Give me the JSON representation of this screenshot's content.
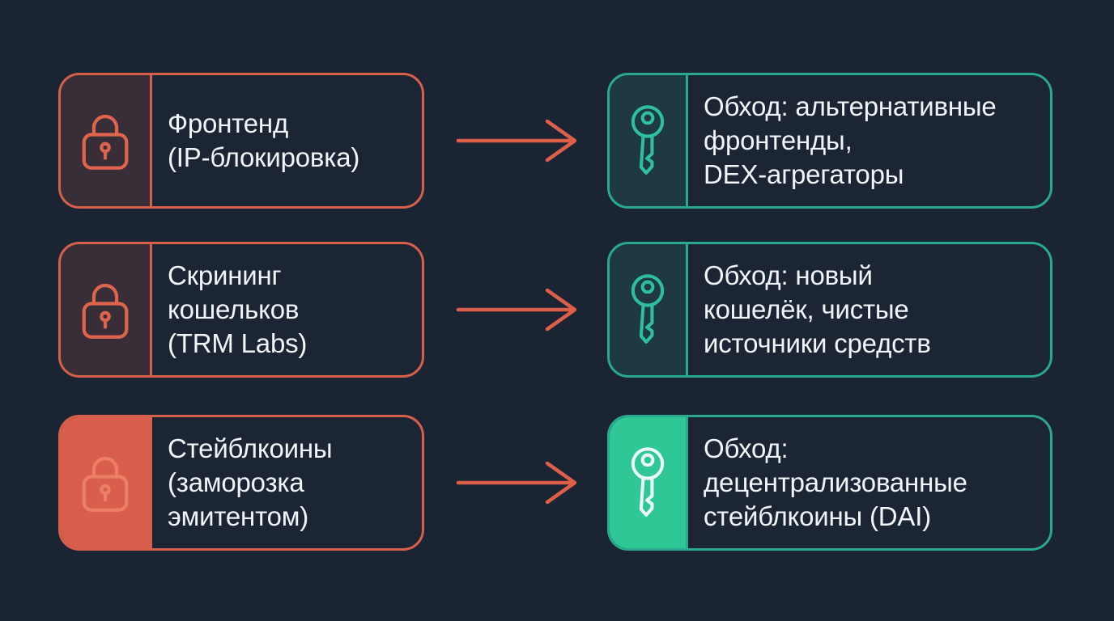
{
  "diagram": {
    "background_color": "#1b2433",
    "colors": {
      "restriction_accent": "#d6604c",
      "restriction_fill": "#d95f4c",
      "bypass_accent": "#2aa890",
      "bypass_fill": "#2ec795",
      "arrow": "#dd5f4a",
      "text": "#f2f5f8",
      "card_background": "#1c2534"
    },
    "rows": [
      {
        "restriction": {
          "icon": "lock-icon",
          "lines": [
            "Фронтенд",
            "(IP-блокировка)"
          ]
        },
        "bypass": {
          "icon": "key-icon",
          "lines": [
            "Обход: альтернативные",
            "фронтенды,",
            "DEX-агрегаторы"
          ]
        }
      },
      {
        "restriction": {
          "icon": "lock-icon",
          "lines": [
            "Скрининг",
            "кошельков",
            "(TRM Labs)"
          ]
        },
        "bypass": {
          "icon": "key-icon",
          "lines": [
            "Обход: новый",
            "кошелёк, чистые",
            "источники средств"
          ]
        }
      },
      {
        "restriction": {
          "icon": "lock-icon",
          "lines": [
            "Стейблкоины",
            "(заморозка",
            "эмитентом)"
          ]
        },
        "bypass": {
          "icon": "key-icon",
          "lines": [
            "Обход:",
            "децентрализованные",
            "стейблкоины (DAI)"
          ]
        }
      }
    ]
  }
}
